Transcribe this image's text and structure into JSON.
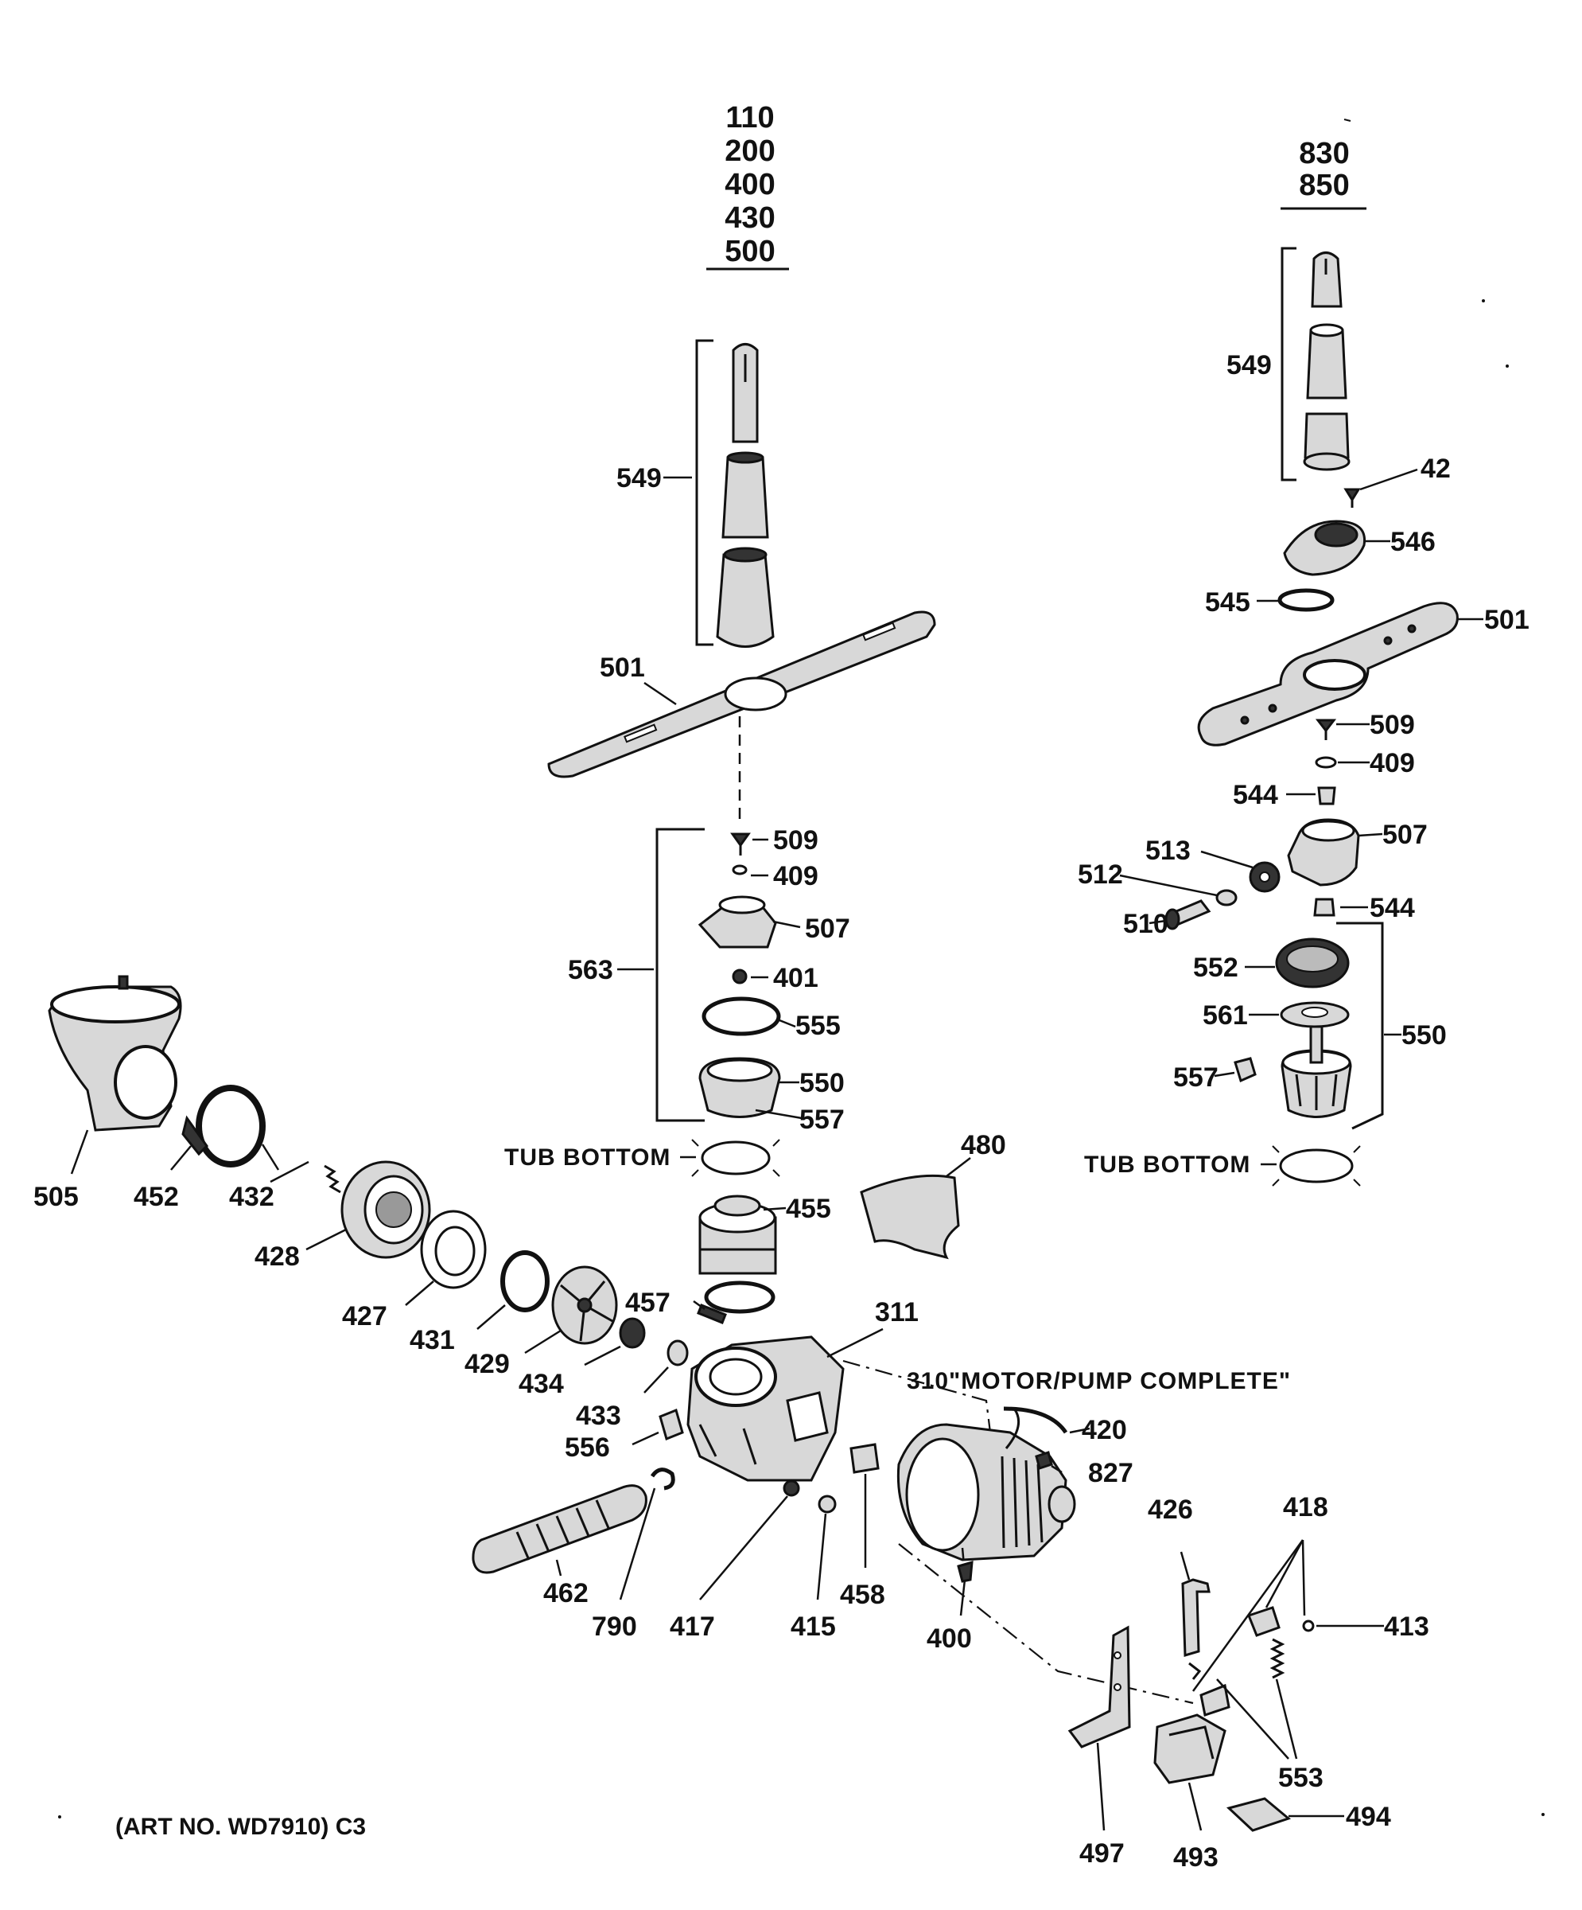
{
  "models_left": [
    "110",
    "200",
    "400",
    "430",
    "500"
  ],
  "models_right": [
    "830",
    "850"
  ],
  "captions": {
    "tub_bottom_left": "TUB BOTTOM",
    "tub_bottom_right": "TUB BOTTOM",
    "motor_pump": "310\"MOTOR/PUMP COMPLETE\"",
    "art_no": "(ART NO. WD7910) C3"
  },
  "callouts": {
    "p549_left": "549",
    "p501_left": "501",
    "p509_left": "509",
    "p409_left": "409",
    "p507_left": "507",
    "p563": "563",
    "p401": "401",
    "p555": "555",
    "p550_left": "550",
    "p557_left": "557",
    "p480": "480",
    "p455": "455",
    "p457": "457",
    "p311": "311",
    "p505": "505",
    "p452": "452",
    "p432": "432",
    "p428": "428",
    "p427": "427",
    "p431": "431",
    "p429": "429",
    "p434": "434",
    "p433": "433",
    "p556": "556",
    "p462": "462",
    "p790": "790",
    "p417": "417",
    "p415": "415",
    "p458": "458",
    "p400": "400",
    "p420": "420",
    "p827": "827",
    "p426": "426",
    "p418": "418",
    "p413": "413",
    "p553": "553",
    "p497": "497",
    "p493": "493",
    "p494": "494",
    "p549_right": "549",
    "p42": "42",
    "p546": "546",
    "p545": "545",
    "p501_right": "501",
    "p509_right": "509",
    "p409_right": "409",
    "p544_top": "544",
    "p507_right": "507",
    "p513": "513",
    "p512": "512",
    "p510": "510",
    "p544_bottom": "544",
    "p552": "552",
    "p561": "561",
    "p550_right": "550",
    "p557_right": "557"
  }
}
